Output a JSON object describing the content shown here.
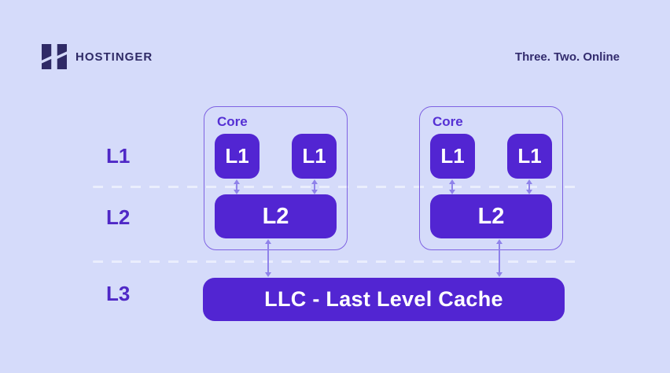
{
  "header": {
    "brand": "HOSTINGER",
    "tagline": "Three. Two. Online",
    "logo_icon": "hostinger-h-icon"
  },
  "diagram": {
    "levels": [
      {
        "label": "L1"
      },
      {
        "label": "L2"
      },
      {
        "label": "L3"
      }
    ],
    "cores": [
      {
        "label": "Core",
        "l1_caches": [
          "L1",
          "L1"
        ],
        "l2_label": "L2"
      },
      {
        "label": "Core",
        "l1_caches": [
          "L1",
          "L1"
        ],
        "l2_label": "L2"
      }
    ],
    "llc_label": "LLC - Last Level Cache"
  },
  "colors": {
    "background": "#d5dbfa",
    "cache_fill": "#5225d2",
    "cache_text": "#ffffff",
    "core_border": "#7e62e2",
    "accent_label": "#4f28c6",
    "arrow": "#8f82ea",
    "dashed_line": "#eaeefd",
    "header_text": "#2f2a66"
  }
}
